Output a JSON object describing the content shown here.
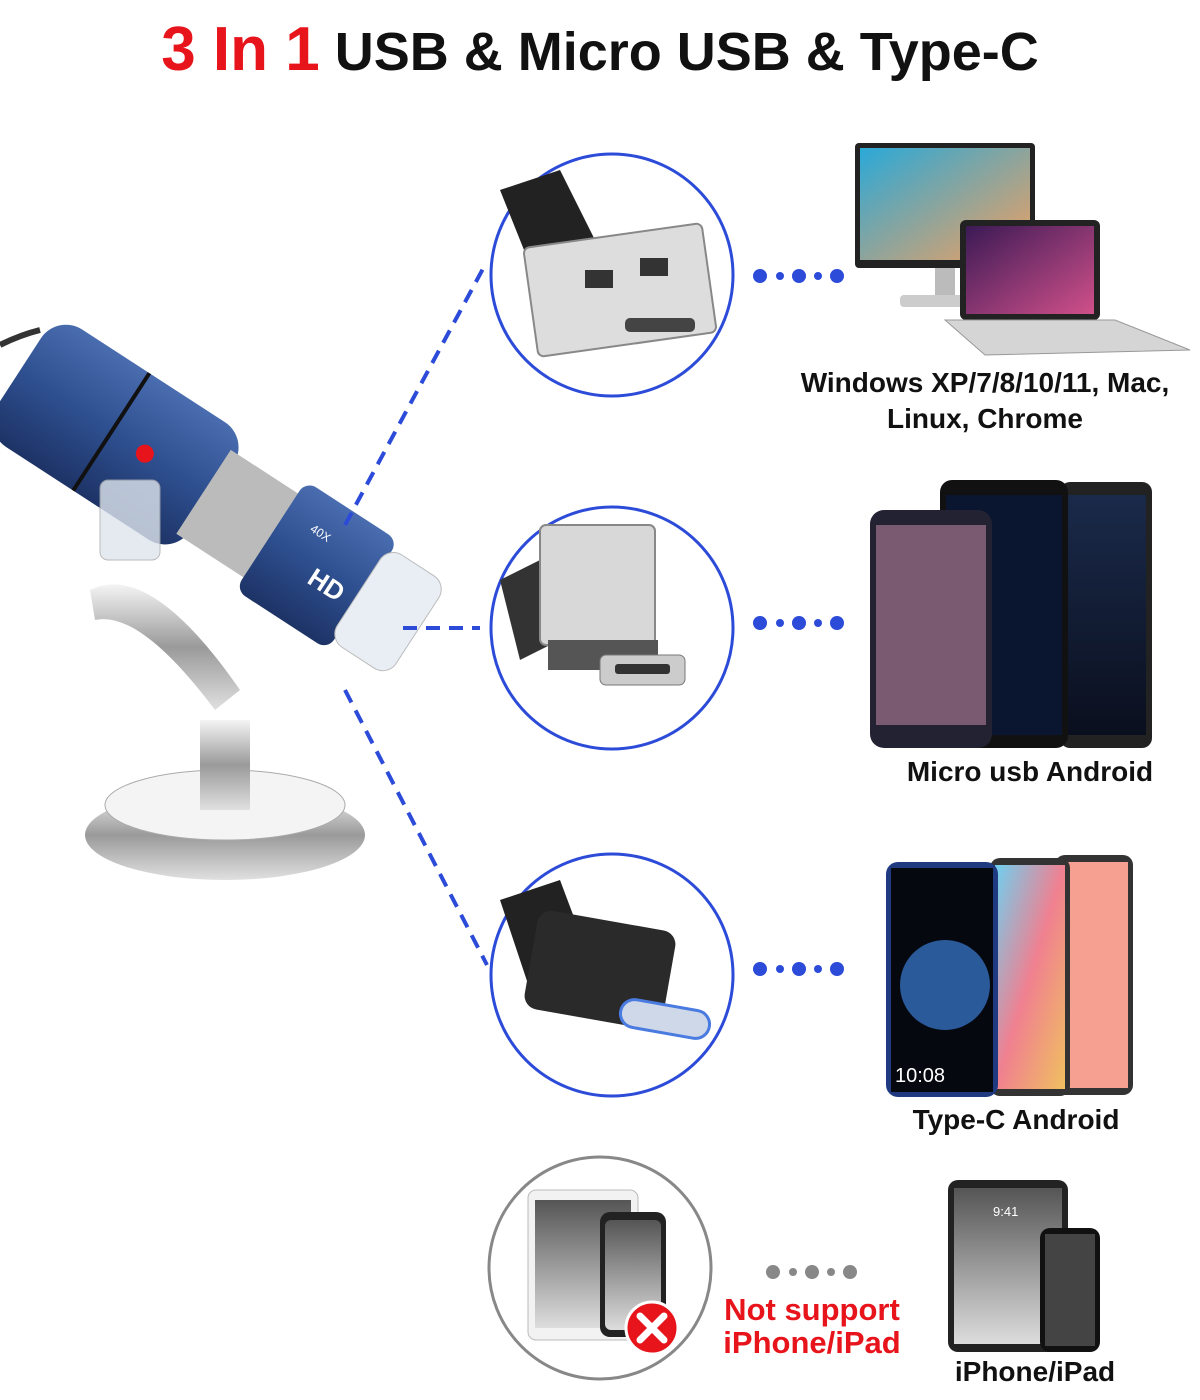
{
  "title": {
    "highlight": "3 In 1",
    "rest": "USB & Micro USB & Type-C"
  },
  "colors": {
    "accent_red": "#e8141b",
    "connector_blue": "#2b4bd8",
    "microscope_blue": "#2e4f8f",
    "unsupported_gray": "#888888"
  },
  "microscope": {
    "magnification_mark": "40X",
    "hd_mark": "HD"
  },
  "connections": [
    {
      "connector": "usb-a-with-micro-usb",
      "devices": "monitor-and-laptop",
      "label_lines": [
        "Windows XP/7/8/10/11, Mac,",
        "Linux, Chrome"
      ]
    },
    {
      "connector": "micro-usb-adapter",
      "devices": "android-phones",
      "label_lines": [
        "Micro usb Android"
      ]
    },
    {
      "connector": "type-c-adapter",
      "devices": "type-c-phones",
      "label_lines": [
        "Type-C Android"
      ],
      "phone_time": "10:08"
    }
  ],
  "unsupported": {
    "text_lines": [
      "Not support",
      "iPhone/iPad"
    ],
    "device_label": "iPhone/iPad",
    "ipad_time": "9:41",
    "icon": "x-cross-icon"
  }
}
